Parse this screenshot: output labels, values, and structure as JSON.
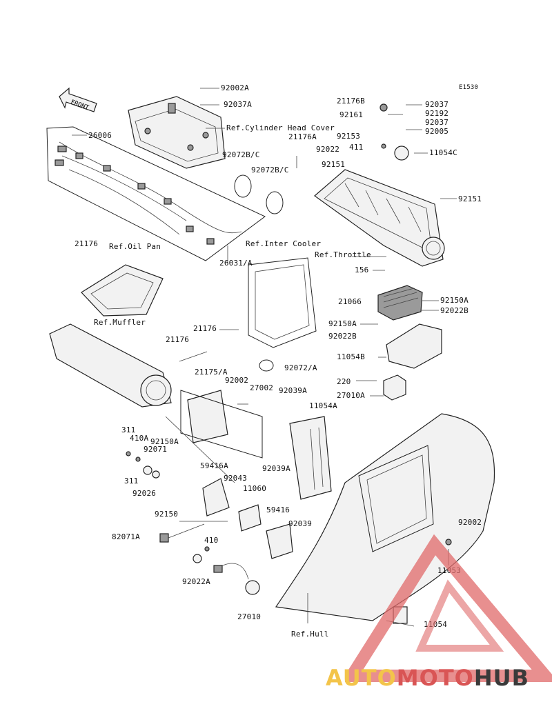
{
  "diagram": {
    "code": "E1530",
    "front_label": "FRONT",
    "watermark": {
      "part1": "AUTO",
      "part2": "MOTO",
      "part3": "HUB"
    },
    "labels": {
      "l_92002A": "92002A",
      "l_92037A": "92037A",
      "l_ref_cyl": "Ref.Cylinder Head Cover",
      "l_26006": "26006",
      "l_21176A": "21176A",
      "l_92022": "92022",
      "l_92072BC_1": "92072B/C",
      "l_92072BC_2": "92072B/C",
      "l_92151_1": "92151",
      "l_92151_2": "92151",
      "l_21176B": "21176B",
      "l_92161": "92161",
      "l_92153": "92153",
      "l_411": "411",
      "l_92037_1": "92037",
      "l_92192": "92192",
      "l_92037_2": "92037",
      "l_92005": "92005",
      "l_11054C": "11054C",
      "l_21176_1": "21176",
      "l_ref_oil": "Ref.Oil Pan",
      "l_ref_inter": "Ref.Inter Cooler",
      "l_26031A": "26031/A",
      "l_ref_throttle": "Ref.Throttle",
      "l_156": "156",
      "l_21066": "21066",
      "l_92150A_1": "92150A",
      "l_92022B_1": "92022B",
      "l_92150A_2": "92150A",
      "l_92022B_2": "92022B",
      "l_ref_muffler": "Ref.Muffler",
      "l_21176_2": "21176",
      "l_21176_3": "21176",
      "l_11054B": "11054B",
      "l_92072A": "92072/A",
      "l_21175A": "21175/A",
      "l_92002_1": "92002",
      "l_220": "220",
      "l_27010A": "27010A",
      "l_27002": "27002",
      "l_92039A_1": "92039A",
      "l_11054A": "11054A",
      "l_311_1": "311",
      "l_410A": "410A",
      "l_92150A_3": "92150A",
      "l_92071": "92071",
      "l_311_2": "311",
      "l_92039A_2": "92039A",
      "l_59416A": "59416A",
      "l_92043": "92043",
      "l_11060": "11060",
      "l_92026": "92026",
      "l_92150": "92150",
      "l_59416": "59416",
      "l_92039": "92039",
      "l_82071A": "82071A",
      "l_410": "410",
      "l_92002_2": "92002",
      "l_11053": "11053",
      "l_92022A": "92022A",
      "l_27010": "27010",
      "l_11054": "11054",
      "l_ref_hull": "Ref.Hull"
    }
  }
}
